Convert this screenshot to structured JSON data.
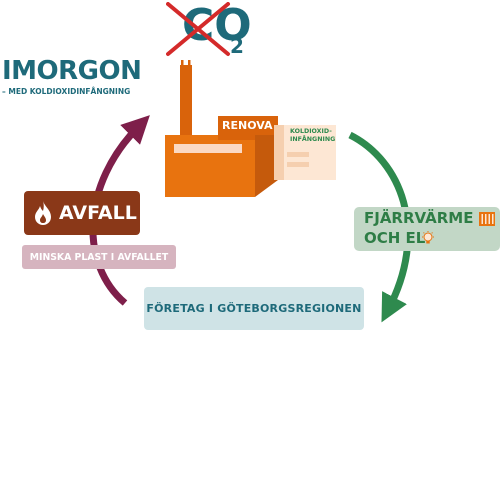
{
  "header": {
    "title": "IMORGON",
    "subtitle": "– MED KOLDIOXIDINFÅNGNING"
  },
  "co2": {
    "main": "CO",
    "sub": "2",
    "status": "crossed-out"
  },
  "factory": {
    "name": "RENOVA",
    "capture_label": "KOLDIOXID-INFÅNGNING",
    "icon": "factory-icon"
  },
  "nodes": {
    "avfall": {
      "label": "AVFALL",
      "icon": "flame-icon"
    },
    "minska": {
      "label": "MINSKA PLAST I AVFALLET"
    },
    "fjarrvarme": {
      "line1": "FJÄRRVÄRME",
      "line2": "OCH EL",
      "icons": [
        "radiator-icon",
        "lightbulb-icon"
      ]
    },
    "foretag": {
      "label": "FÖRETAG I GÖTEBORGSREGIONEN"
    }
  },
  "colors": {
    "teal": "#1e6a7a",
    "orange": "#e8730f",
    "green": "#2e8a4e",
    "maroon": "#7e1f4a",
    "avfall_brown": "#8a3818",
    "red_cross": "#d42a2a"
  }
}
